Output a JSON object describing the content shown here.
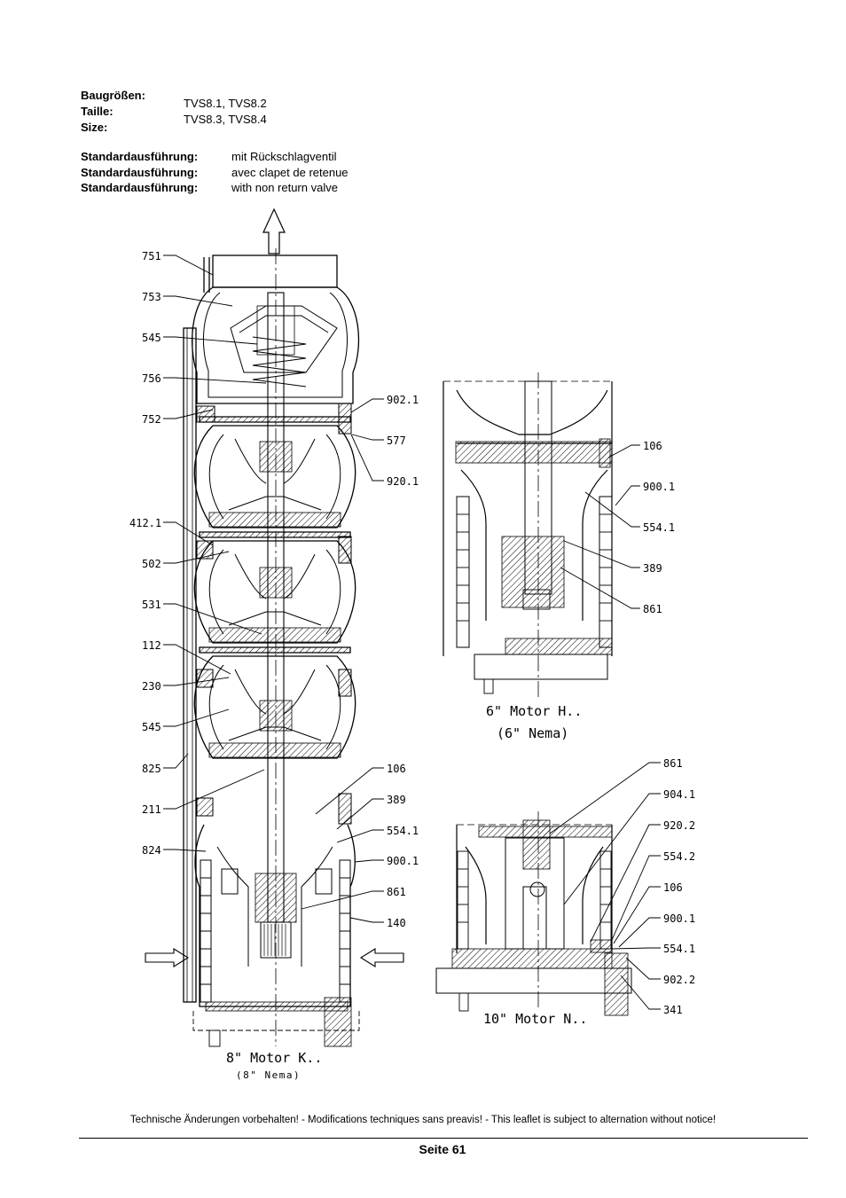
{
  "header": {
    "size_labels": [
      "Baugrößen:",
      "Taille:",
      "Size:"
    ],
    "size_values": [
      "TVS8.1, TVS8.2",
      "TVS8.3, TVS8.4"
    ],
    "standard_rows": [
      {
        "label": "Standardausführung:",
        "value": "mit Rückschlagventil"
      },
      {
        "label": "Standardausführung:",
        "value": "avec clapet de retenue"
      },
      {
        "label": "Standardausführung:",
        "value": "with non return valve"
      }
    ]
  },
  "drawing": {
    "main_left_labels": [
      "751",
      "753",
      "545",
      "756",
      "752",
      "412.1",
      "502",
      "531",
      "112",
      "230",
      "545",
      "825",
      "211",
      "824"
    ],
    "main_right_labels": [
      "902.1",
      "577",
      "920.1",
      "106",
      "389",
      "554.1",
      "900.1",
      "861",
      "140"
    ],
    "main_caption": "8\" Motor K..",
    "main_subcaption": "(8\" Nema)",
    "upper_right_labels": [
      "106",
      "900.1",
      "554.1",
      "389",
      "861"
    ],
    "upper_right_caption": "6\" Motor H..",
    "upper_right_subcaption": "(6\" Nema)",
    "lower_right_labels": [
      "861",
      "904.1",
      "920.2",
      "554.2",
      "106",
      "900.1",
      "554.1",
      "902.2",
      "341"
    ],
    "lower_right_caption": "10\" Motor N.."
  },
  "footer": {
    "note": "Technische Änderungen vorbehalten! - Modifications techniques sans preavis! - This leaflet is subject to alternation without notice!",
    "page": "Seite 61"
  }
}
